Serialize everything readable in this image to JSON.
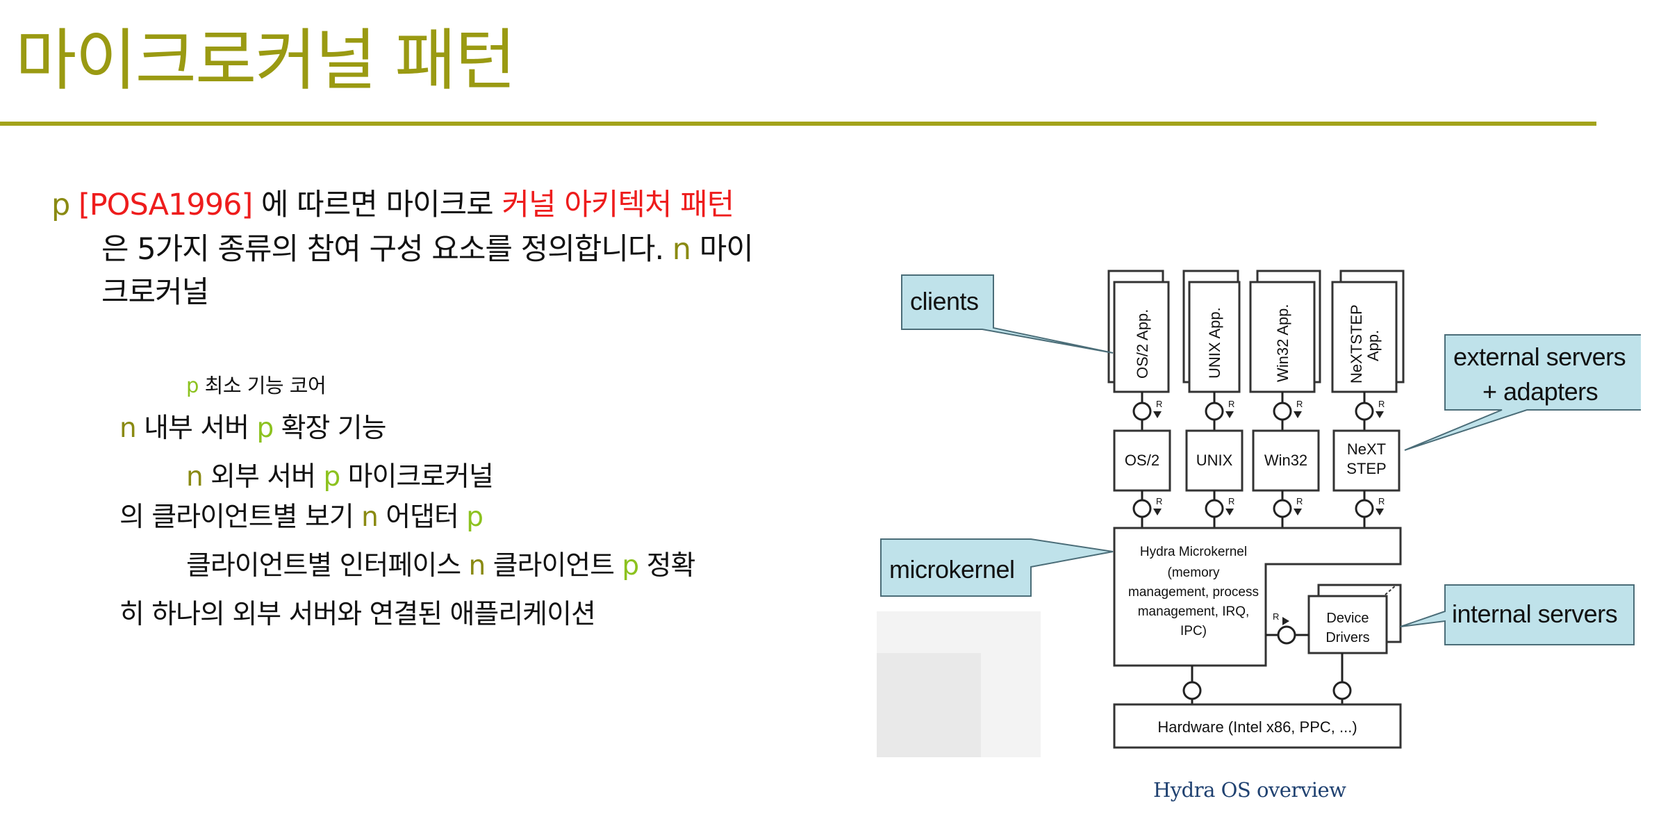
{
  "slide": {
    "title": "마이크로커널 패턴"
  },
  "body": {
    "line1": {
      "bullet": "p",
      "ref": "[POSA1996]",
      "text": " 에 따르면 마이크로 ",
      "highlight": "커널 아키텍처 패턴"
    },
    "line2": {
      "text": "은 5가지 종류의 참여 구성 요소를 정의합니다. ",
      "bullet": "n",
      "tail": " 마이"
    },
    "line3": {
      "text": "크로커널"
    },
    "line4": {
      "bullet": "p",
      "text": " 최소 기능 코어"
    },
    "line5": {
      "b1": "n",
      "t1": " 내부 서버 ",
      "b2": "p",
      "t2": " 확장 기능"
    },
    "line6": {
      "b1": "n",
      "t1": " 외부 서버 ",
      "b2": "p",
      "t2": " 마이크로커널"
    },
    "line7": {
      "t1": "의 클라이언트별 보기 ",
      "b1": "n",
      "t2": " 어댑터 ",
      "b2": "p"
    },
    "line8": {
      "t1": "클라이언트별 인터페이스 ",
      "b1": "n",
      "t2": " 클라이언트 ",
      "b2": "p",
      "t3": " 정확"
    },
    "line9": {
      "text": "히 하나의 외부 서버와 연결된 애플리케이션"
    }
  },
  "diagram": {
    "callouts": {
      "clients": "clients",
      "external_line1": "external servers",
      "external_line2": "+ adapters",
      "microkernel": "microkernel",
      "internal": "internal servers"
    },
    "apps": [
      "OS/2 App.",
      "UNIX App.",
      "Win32 App.",
      "NeXTSTEP",
      "App."
    ],
    "servers": [
      "OS/2",
      "UNIX",
      "Win32",
      "NeXT",
      "STEP"
    ],
    "kernel_lines": [
      "Hydra Microkernel",
      "(memory",
      "management, process",
      "management, IRQ,",
      "IPC)"
    ],
    "drivers": [
      "Device",
      "Drivers"
    ],
    "hardware": "Hardware (Intel x86, PPC, ...)",
    "port_label": "R",
    "caption": "Hydra OS overview"
  },
  "colors": {
    "title": "#9a9a12",
    "rule": "#a3a31a",
    "bullet_olive": "#8a8a12",
    "bullet_green": "#8cc21f",
    "highlight_red": "#ee1c1c",
    "callout_fill": "#bfe2ea",
    "caption": "#1f4170"
  }
}
